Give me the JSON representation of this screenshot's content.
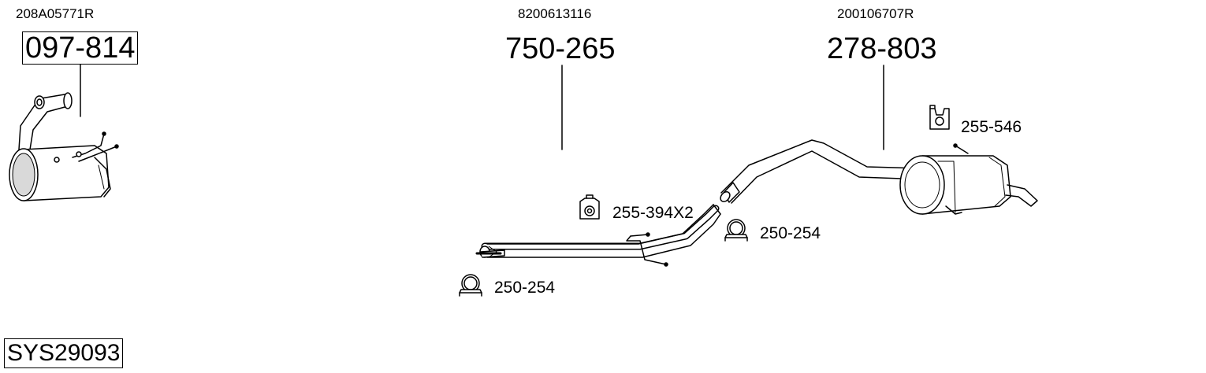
{
  "parts": [
    {
      "oem": "208A05771R",
      "part": "097-814",
      "boxed": true
    },
    {
      "oem": "8200613116",
      "part": "750-265",
      "boxed": false
    },
    {
      "oem": "200106707R",
      "part": "278-803",
      "boxed": false
    }
  ],
  "accessories": [
    {
      "code": "255-546",
      "icon": "rubber-hanger-icon"
    },
    {
      "code": "255-394X2",
      "icon": "rubber-hanger-icon"
    },
    {
      "code": "250-254",
      "icon": "pipe-clamp-icon"
    },
    {
      "code": "250-254",
      "icon": "pipe-clamp-icon"
    }
  ],
  "system_code": "SYS29093",
  "colors": {
    "line": "#000000",
    "background": "#ffffff",
    "shade": "#d9d9d9"
  }
}
